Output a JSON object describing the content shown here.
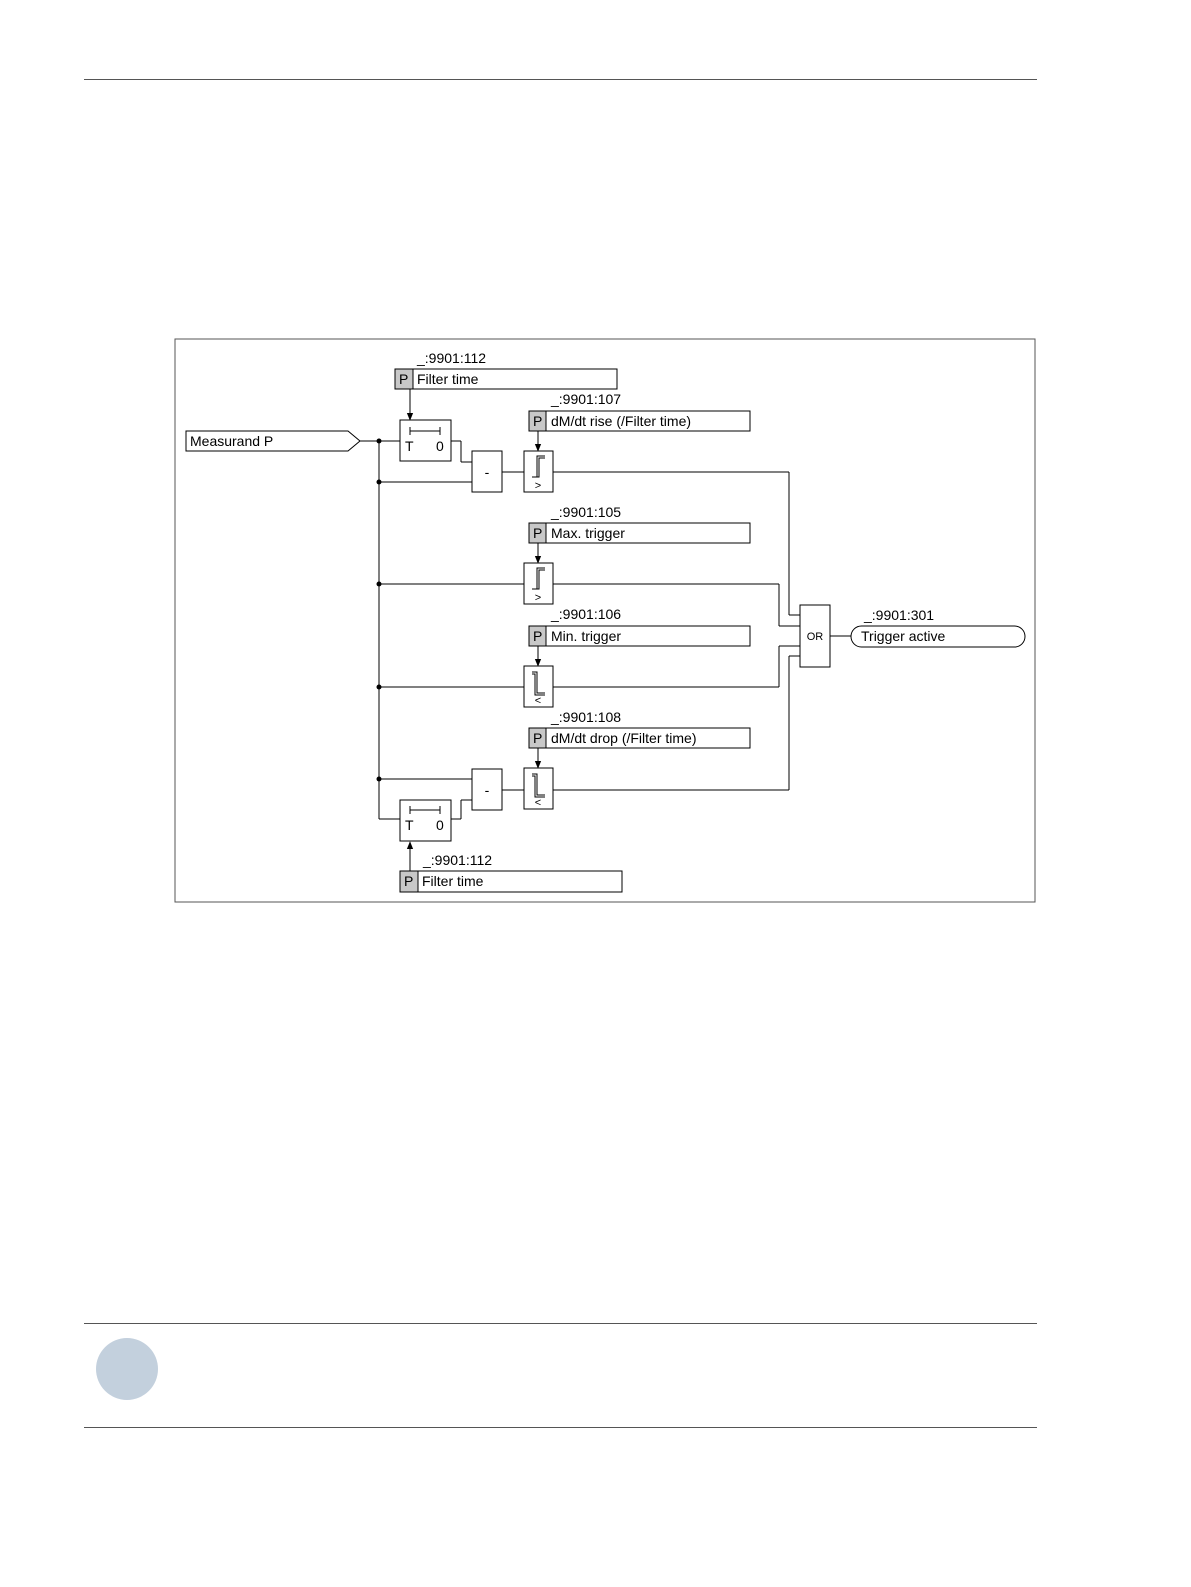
{
  "diagram": {
    "measurand": "Measurand P",
    "output": {
      "id": "_:9901:301",
      "label": "Trigger active"
    },
    "params": {
      "filter_top": {
        "id": "_:9901:112",
        "tag": "P",
        "label": "Filter time"
      },
      "rise": {
        "id": "_:9901:107",
        "tag": "P",
        "label": "dM/dt rise (/Filter time)"
      },
      "max": {
        "id": "_:9901:105",
        "tag": "P",
        "label": "Max. trigger"
      },
      "min": {
        "id": "_:9901:106",
        "tag": "P",
        "label": "Min. trigger"
      },
      "drop": {
        "id": "_:9901:108",
        "tag": "P",
        "label": "dM/dt drop (/Filter time)"
      },
      "filter_bottom": {
        "id": "_:9901:112",
        "tag": "P",
        "label": "Filter time"
      }
    },
    "timer": {
      "t": "T",
      "zero": "0"
    },
    "subtract": "-",
    "or_gate": "OR",
    "greater": ">",
    "less": "<"
  }
}
